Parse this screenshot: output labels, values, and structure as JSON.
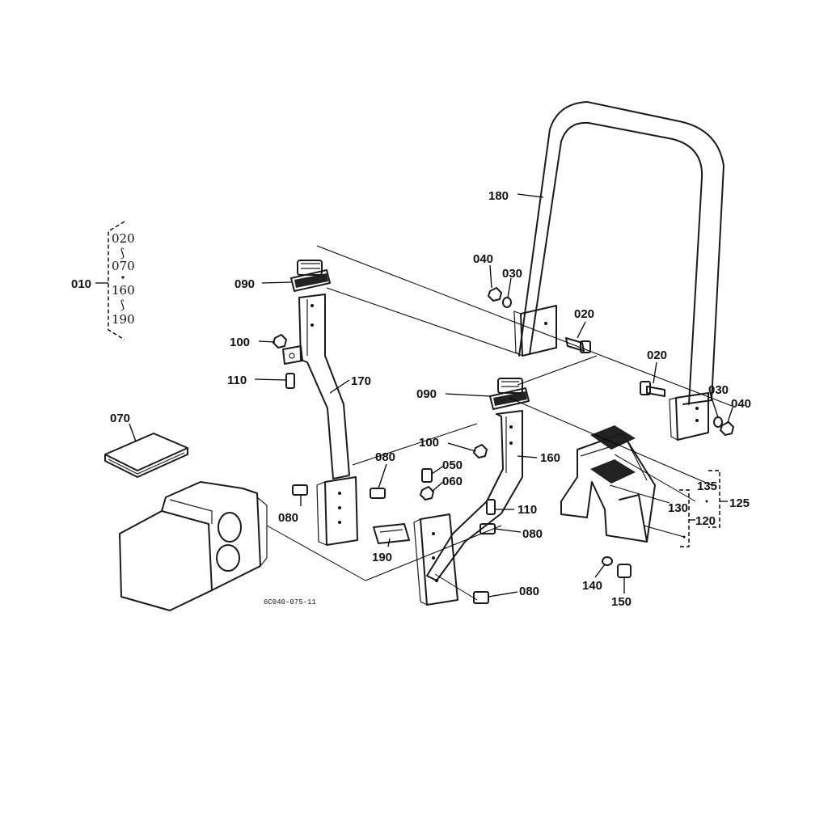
{
  "diagram": {
    "drawing_ref": "6C040-075-11",
    "labels": {
      "l_010": "010",
      "l_020a": "020",
      "l_020b": "020",
      "l_030a": "030",
      "l_030b": "030",
      "l_040a": "040",
      "l_040b": "040",
      "l_050": "050",
      "l_060": "060",
      "l_070": "070",
      "l_080a": "080",
      "l_080b": "080",
      "l_080c": "080",
      "l_080d": "080",
      "l_090a": "090",
      "l_090b": "090",
      "l_100a": "100",
      "l_100b": "100",
      "l_110a": "110",
      "l_110b": "110",
      "l_120": "120",
      "l_125": "125",
      "l_130": "130",
      "l_135": "135",
      "l_140": "140",
      "l_150": "150",
      "l_160": "160",
      "l_170": "170",
      "l_180": "180",
      "l_190": "190"
    },
    "group_010": {
      "a": "020",
      "b": "070",
      "c": "160",
      "d": "190"
    }
  }
}
